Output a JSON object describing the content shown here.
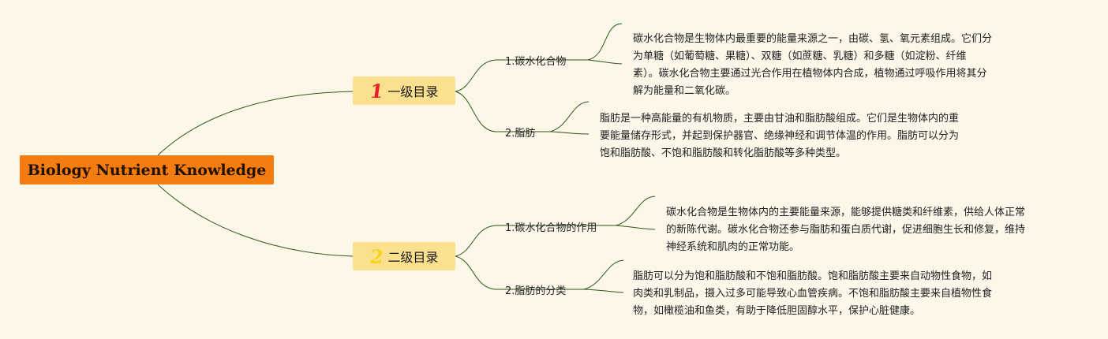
{
  "root": {
    "label": "Biology Nutrient Knowledge"
  },
  "categories": [
    {
      "num": "1",
      "num_color": "#e8202a",
      "label": "一级目录"
    },
    {
      "num": "2",
      "num_color": "#f7d316",
      "label": "二级目录"
    }
  ],
  "subtopics": [
    {
      "label": "1.碳水化合物"
    },
    {
      "label": "2.脂肪"
    },
    {
      "label": "1.碳水化合物的作用"
    },
    {
      "label": "2.脂肪的分类"
    }
  ],
  "details": [
    {
      "lines": [
        "碳水化合物是生物体内最重要的能量来源之一，由碳、氢、氧元素组成。它们分",
        "为单糖（如葡萄糖、果糖）、双糖（如蔗糖、乳糖）和多糖（如淀粉、纤维",
        "素）。碳水化合物主要通过光合作用在植物体内合成，植物通过呼吸作用将其分",
        "解为能量和二氧化碳。"
      ]
    },
    {
      "lines": [
        "脂肪是一种高能量的有机物质，主要由甘油和脂肪酸组成。它们是生物体内的重",
        "要能量储存形式，并起到保护器官、绝缘神经和调节体温的作用。脂肪可以分为",
        "饱和脂肪酸、不饱和脂肪酸和转化脂肪酸等多种类型。"
      ]
    },
    {
      "lines": [
        "碳水化合物是生物体内的主要能量来源，能够提供糖类和纤维素，供给人体正常",
        "的新陈代谢。碳水化合物还参与脂肪和蛋白质代谢，促进细胞生长和修复，维持",
        "神经系统和肌肉的正常功能。"
      ]
    },
    {
      "lines": [
        "脂肪可以分为饱和脂肪酸和不饱和脂肪酸。饱和脂肪酸主要来自动物性食物，如",
        "肉类和乳制品，摄入过多可能导致心血管疾病。不饱和脂肪酸主要来自植物性食",
        "物，如橄榄油和鱼类，有助于降低胆固醇水平，保护心脏健康。"
      ]
    }
  ],
  "colors": {
    "background": "#fdf7e9",
    "root": "#f57c0f",
    "category": "#fbe08f",
    "line": "#2d5a1b"
  }
}
